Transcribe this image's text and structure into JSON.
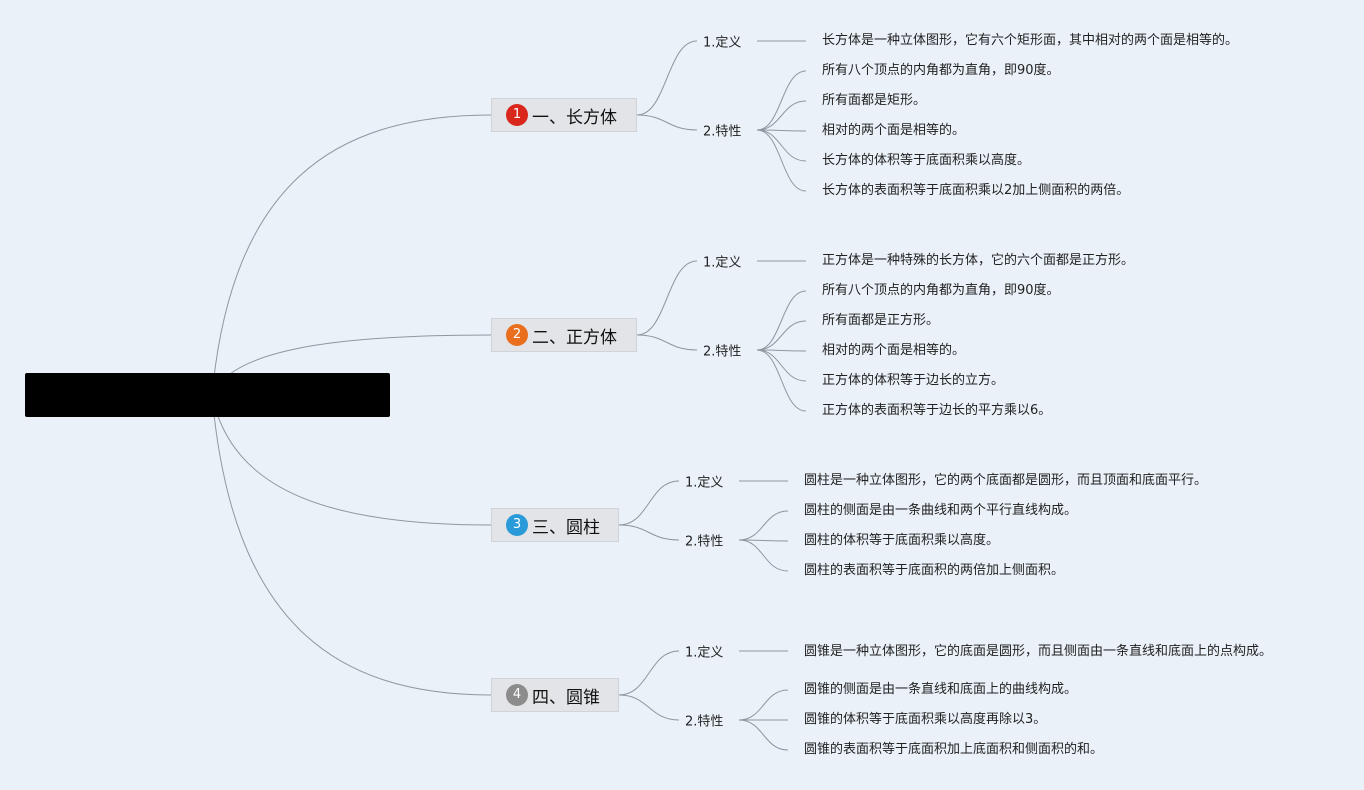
{
  "colors": {
    "background": "#eaf1f9",
    "line": "#8f969e",
    "branch_fill": "#e2e4e7",
    "badge_1": "#d9271c",
    "badge_2": "#e96f1f",
    "badge_3": "#2b9ad8",
    "badge_4": "#8c8c8c"
  },
  "center": {
    "label": ""
  },
  "branches": [
    {
      "badge": "1",
      "label": "一、长方体",
      "definition": {
        "label": "1.定义",
        "text": "长方体是一种立体图形，它有六个矩形面，其中相对的两个面是相等的。"
      },
      "properties": {
        "label": "2.特性",
        "items": [
          "所有八个顶点的内角都为直角，即90度。",
          "所有面都是矩形。",
          "相对的两个面是相等的。",
          "长方体的体积等于底面积乘以高度。",
          "长方体的表面积等于底面积乘以2加上侧面积的两倍。"
        ]
      }
    },
    {
      "badge": "2",
      "label": "二、正方体",
      "definition": {
        "label": "1.定义",
        "text": "正方体是一种特殊的长方体，它的六个面都是正方形。"
      },
      "properties": {
        "label": "2.特性",
        "items": [
          "所有八个顶点的内角都为直角，即90度。",
          "所有面都是正方形。",
          "相对的两个面是相等的。",
          "正方体的体积等于边长的立方。",
          "正方体的表面积等于边长的平方乘以6。"
        ]
      }
    },
    {
      "badge": "3",
      "label": "三、圆柱",
      "definition": {
        "label": "1.定义",
        "text": "圆柱是一种立体图形，它的两个底面都是圆形，而且顶面和底面平行。"
      },
      "properties": {
        "label": "2.特性",
        "items": [
          "圆柱的侧面是由一条曲线和两个平行直线构成。",
          "圆柱的体积等于底面积乘以高度。",
          "圆柱的表面积等于底面积的两倍加上侧面积。"
        ]
      }
    },
    {
      "badge": "4",
      "label": "四、圆锥",
      "definition": {
        "label": "1.定义",
        "text": "圆锥是一种立体图形，它的底面是圆形，而且侧面由一条直线和底面上的点构成。"
      },
      "properties": {
        "label": "2.特性",
        "items": [
          "圆锥的侧面是由一条直线和底面上的曲线构成。",
          "圆锥的体积等于底面积乘以高度再除以3。",
          "圆锥的表面积等于底面积加上底面积和侧面积的和。"
        ]
      }
    }
  ]
}
